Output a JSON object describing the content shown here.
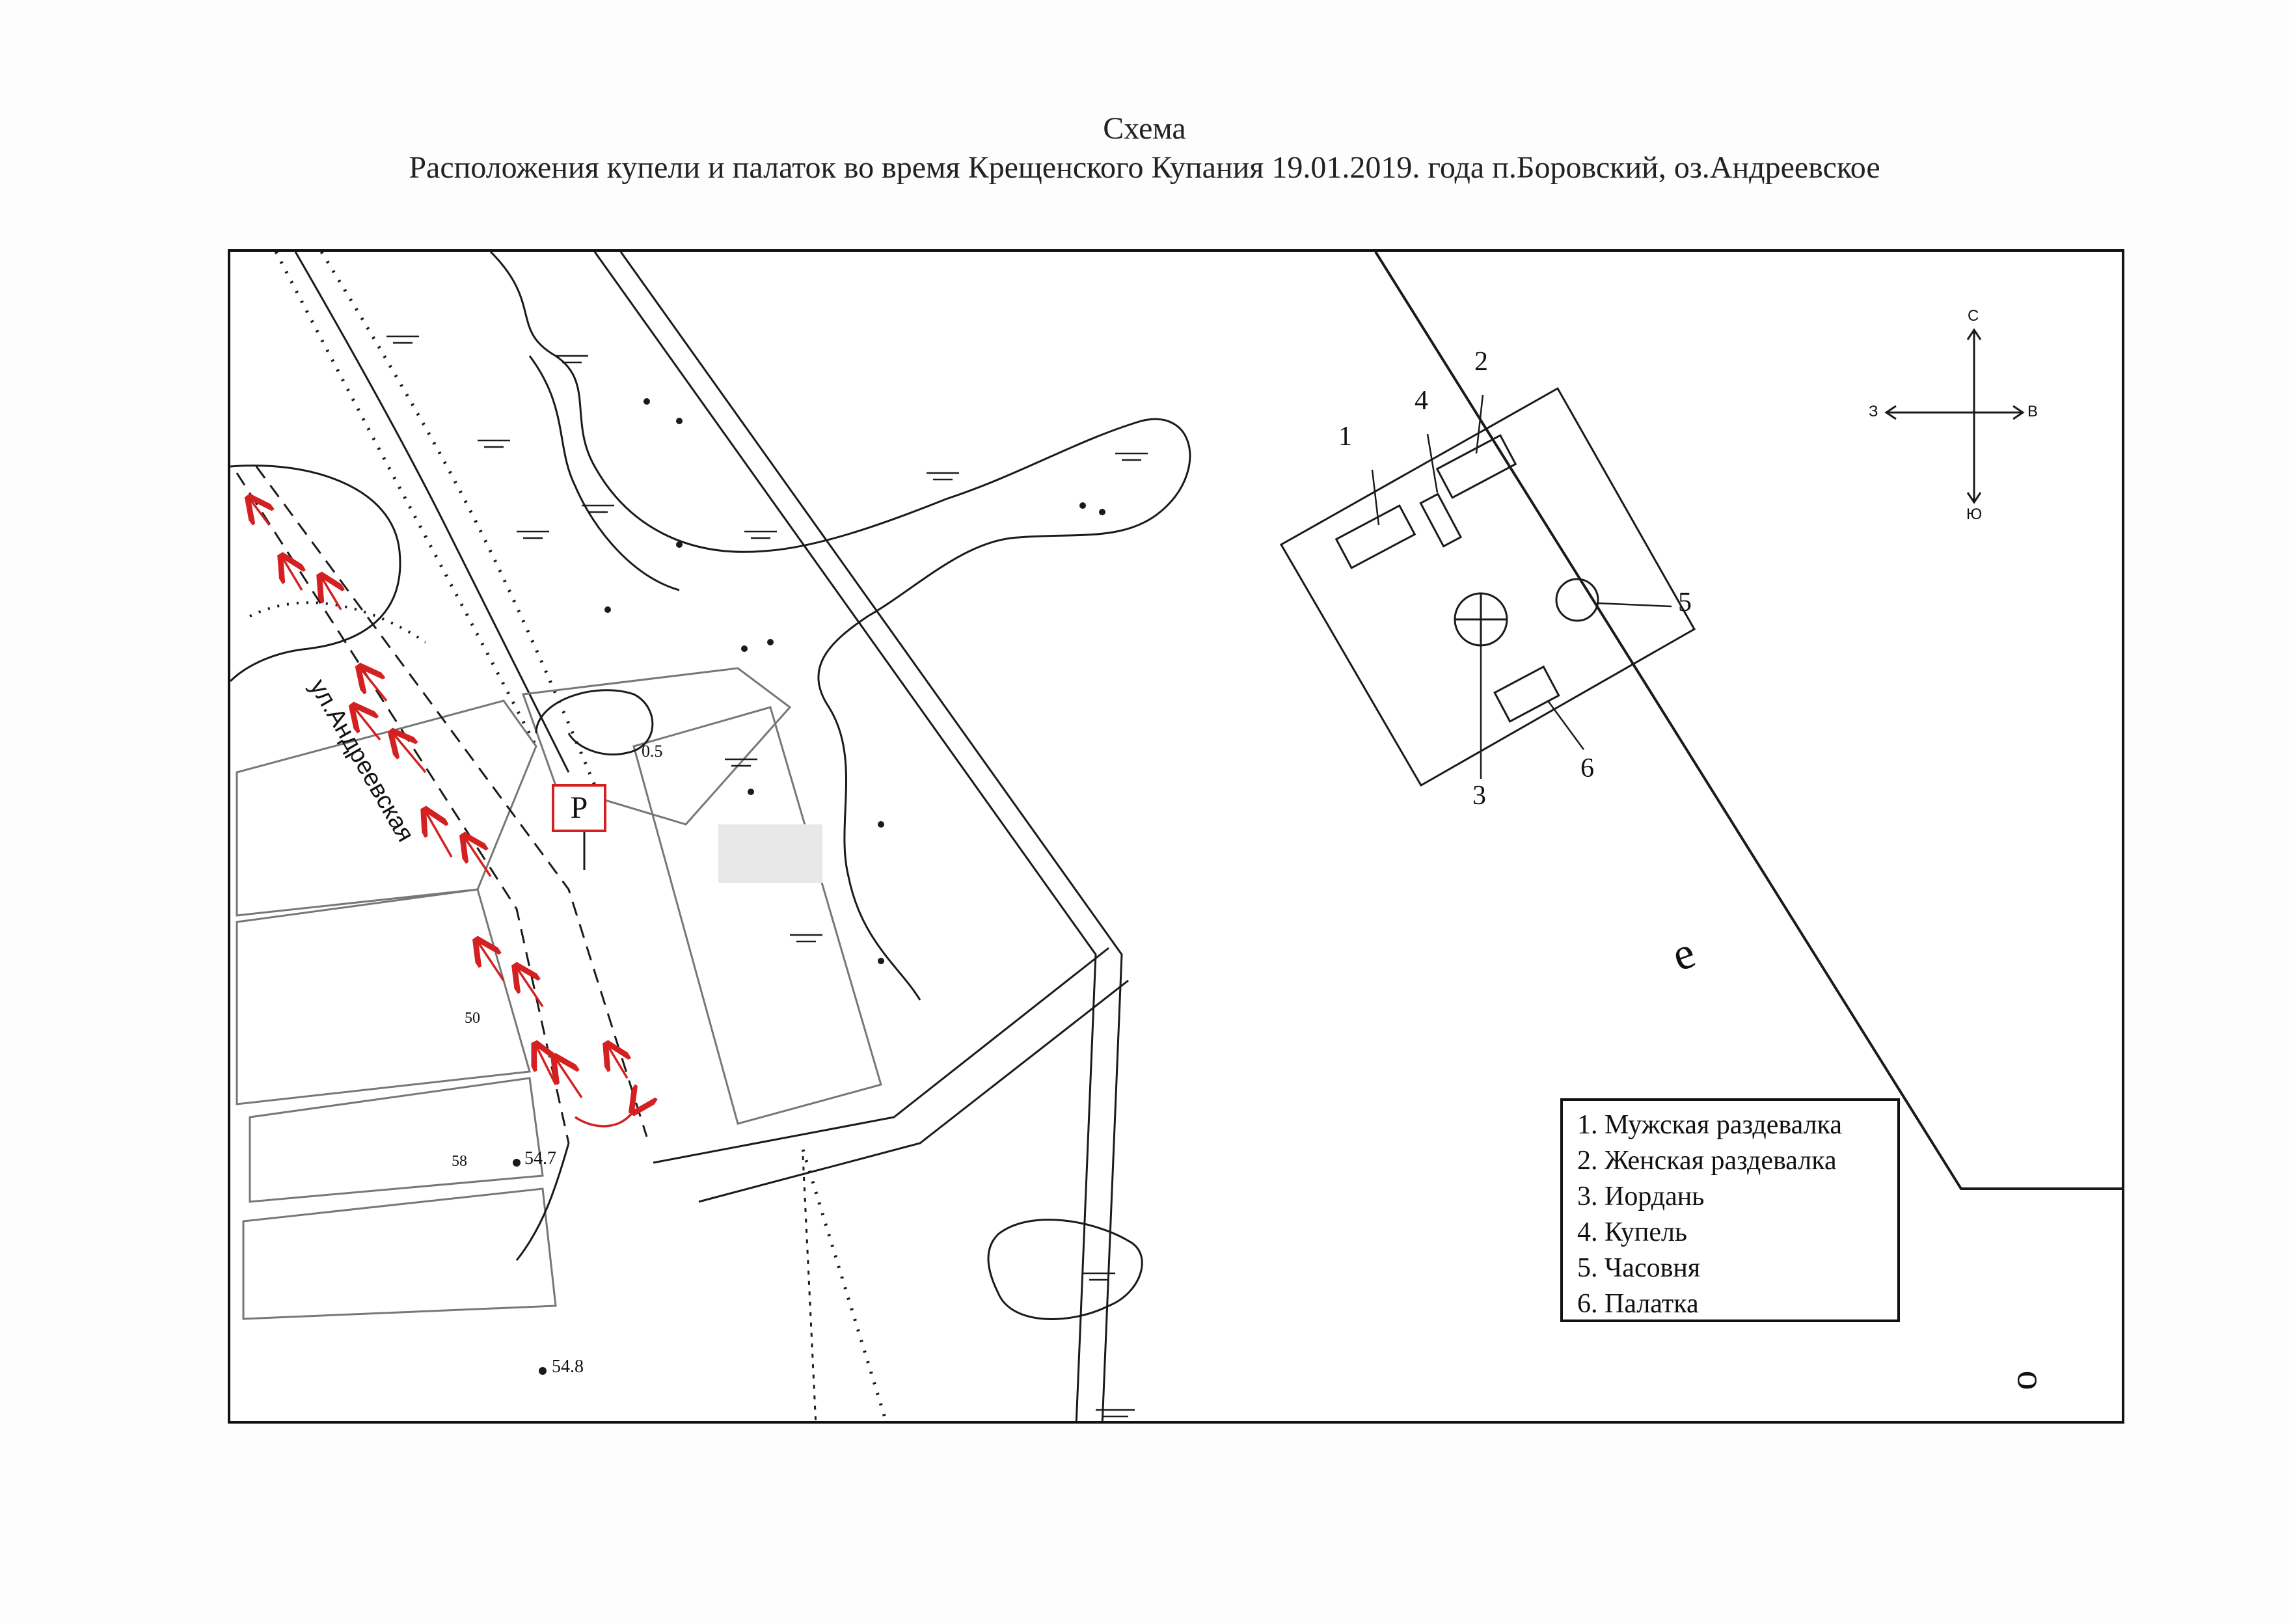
{
  "header": {
    "title": "Схема",
    "subtitle": "Расположения купели и палаток во время Крещенского Купания 19.01.2019.  года п.Боровский, оз.Андреевское"
  },
  "map": {
    "parking_label": "Р",
    "street_label": "ул.Андреевская",
    "height_marks": [
      "54.7",
      "54.8",
      "0.5",
      "50",
      "58"
    ],
    "lake_letter_1": "е",
    "lake_letter_2": "о",
    "compass": {
      "north": "С",
      "south": "Ю",
      "west": "З",
      "east": "В"
    },
    "site_numbers": [
      "1",
      "2",
      "3",
      "4",
      "5",
      "6"
    ]
  },
  "legend": {
    "items": [
      "1. Мужская раздевалка",
      "2. Женская раздевалка",
      "3. Иордань",
      "4. Купель",
      "5. Часовня",
      "6. Палатка"
    ]
  },
  "colors": {
    "route_arrow": "#d42020",
    "map_line": "#1a1a1a"
  }
}
